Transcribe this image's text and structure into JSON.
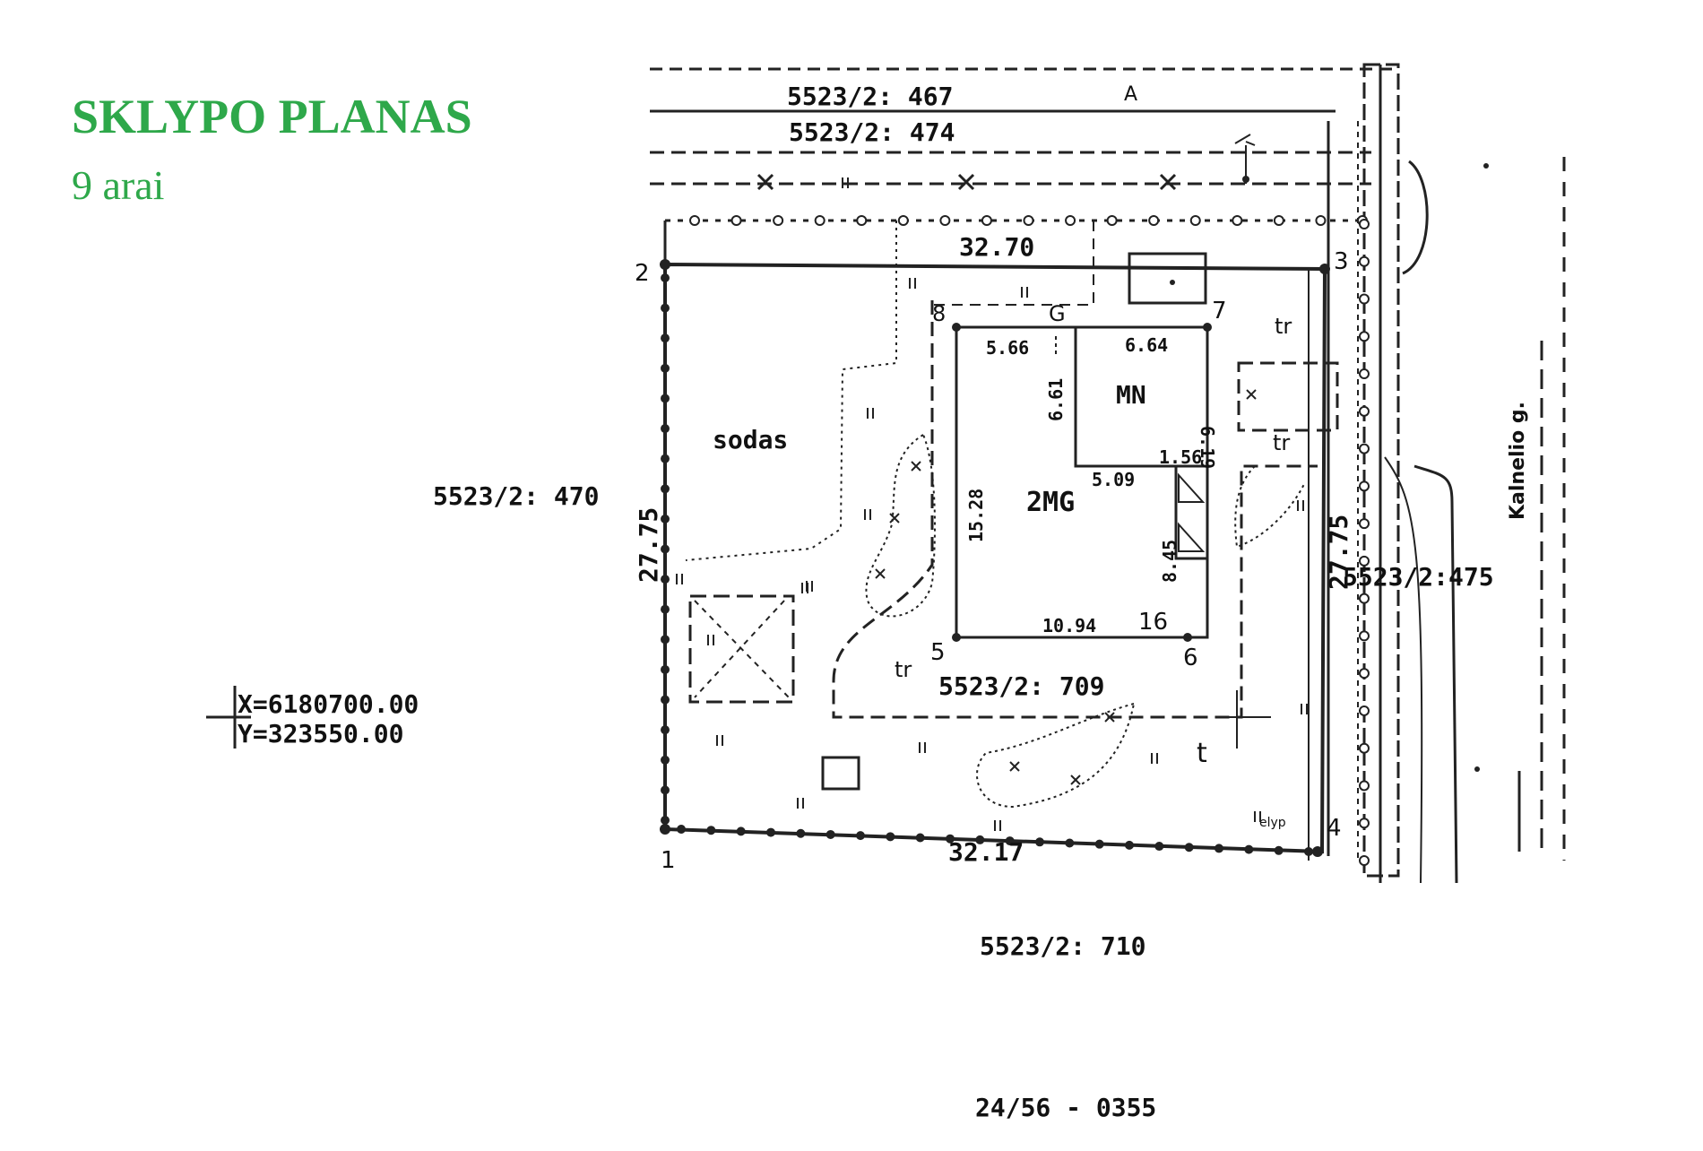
{
  "header": {
    "title": "SKLYPO PLANAS",
    "subtitle": "9 arai"
  },
  "parcels": {
    "top_1": "5523/2: 467",
    "top_2": "5523/2: 474",
    "west": "5523/2: 470",
    "east": "5523/2:475",
    "south": "5523/2: 710",
    "center": "5523/2: 709"
  },
  "street": "Kalnelio g.",
  "coordinates": {
    "x": "X=6180700.00",
    "y": "Y=323550.00"
  },
  "corners": [
    "1",
    "2",
    "3",
    "4",
    "5",
    "6",
    "7",
    "8",
    "16"
  ],
  "dimensions": {
    "north": "32.70",
    "south": "32.17",
    "west": "27.75",
    "east": "27.75",
    "house_top_left": "5.66",
    "house_top_right": "6.64",
    "house_left": "15.28",
    "house_bottom": "10.94",
    "inner_v": "6.61",
    "mn_right": "6.19",
    "mn_bottom": "1.56",
    "annex_top": "5.09",
    "annex_right": "8.45"
  },
  "labels": {
    "garden": "sodas",
    "house": "2MG",
    "annex": "MN",
    "G": "G",
    "A": "A",
    "tr_1": "tr",
    "tr_2": "tr",
    "tr_3": "tr",
    "t": "t",
    "elec": "elyp"
  },
  "document_id": "24/56 - 0355"
}
